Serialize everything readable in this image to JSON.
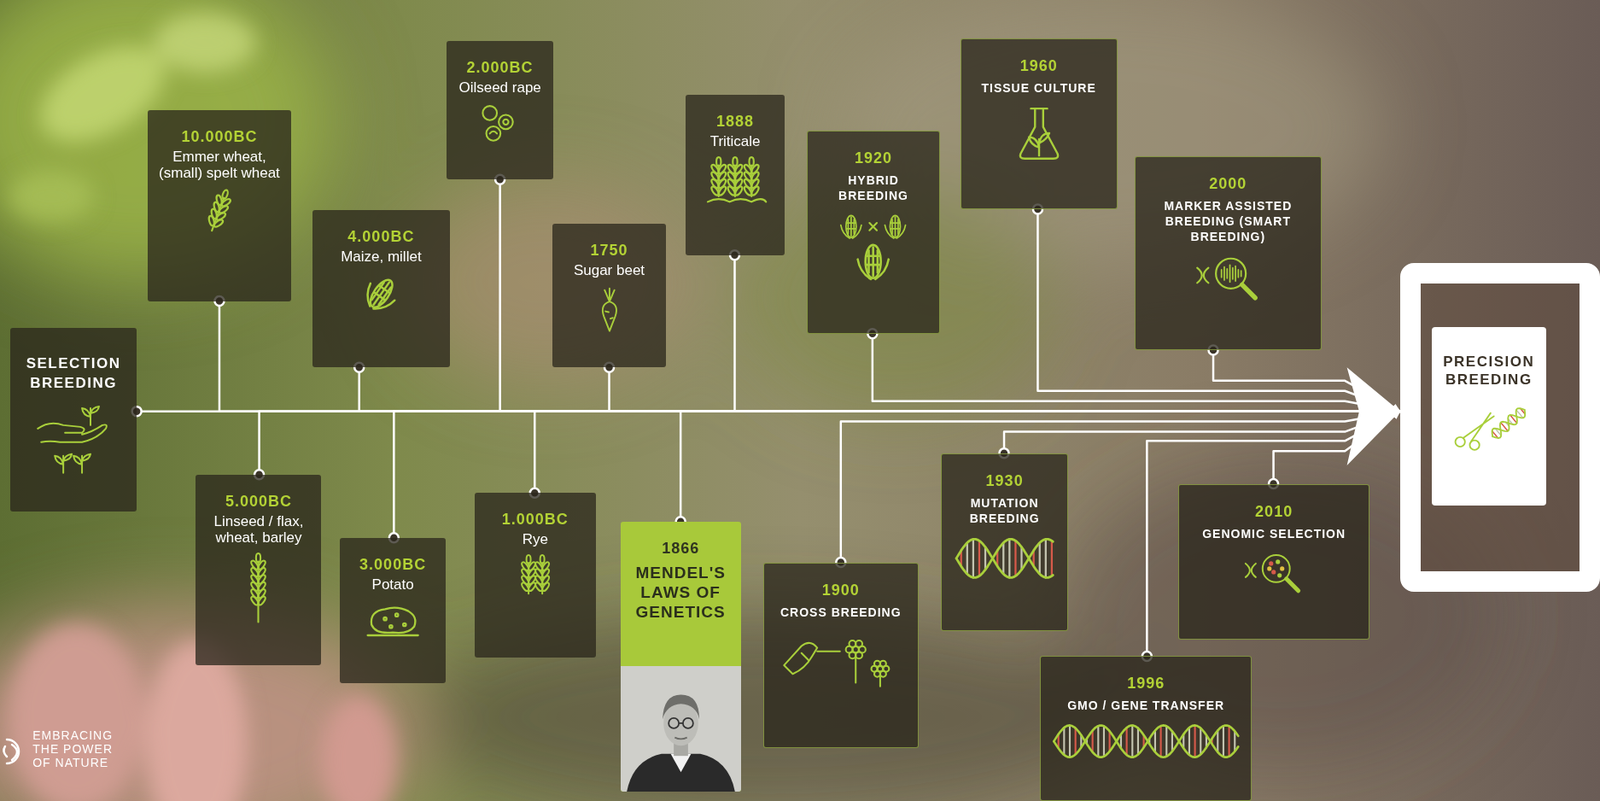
{
  "diagram": {
    "nodes": [
      {
        "text": [
          "SELECTION BREEDING"
        ]
      },
      {
        "text": [
          "10.000BC",
          "Emmer wheat, (small) spelt wheat"
        ]
      },
      {
        "text": [
          "5.000BC",
          "Linseed / flax, wheat, barley"
        ]
      },
      {
        "text": [
          "4.000BC",
          "Maize, millet"
        ]
      },
      {
        "text": [
          "3.000BC",
          "Potato"
        ]
      },
      {
        "text": [
          "2.000BC",
          "Oilseed rape"
        ]
      },
      {
        "text": [
          "1.000BC",
          "Rye"
        ]
      },
      {
        "text": [
          "1750",
          "Sugar beet"
        ]
      },
      {
        "text": [
          "1866",
          "MENDEL'S LAWS OF GENETICS"
        ]
      },
      {
        "text": [
          "1888",
          "Triticale"
        ]
      },
      {
        "text": [
          "1900",
          "CROSS BREEDING"
        ]
      },
      {
        "text": [
          "1920",
          "HYBRID BREEDING"
        ]
      },
      {
        "text": [
          "1930",
          "MUTATION BREEDING"
        ]
      },
      {
        "text": [
          "1960",
          "TISSUE CULTURE"
        ]
      },
      {
        "text": [
          "1996",
          "GMO / GENE TRANSFER"
        ]
      },
      {
        "text": [
          "2000",
          "MARKER ASSISTED BREEDING (SMART BREEDING)"
        ]
      },
      {
        "text": [
          "2010",
          "GENOMIC SELECTION"
        ]
      },
      {
        "text": [
          "PRECISION BREEDING"
        ]
      }
    ],
    "edges": [
      {
        "from": 0,
        "to": 17,
        "arrow": "to"
      },
      {
        "from": 1,
        "to": 17,
        "arrow": "to"
      },
      {
        "from": 2,
        "to": 17,
        "arrow": "to"
      },
      {
        "from": 3,
        "to": 17,
        "arrow": "to"
      },
      {
        "from": 4,
        "to": 17,
        "arrow": "to"
      },
      {
        "from": 5,
        "to": 17,
        "arrow": "to"
      },
      {
        "from": 6,
        "to": 17,
        "arrow": "to"
      },
      {
        "from": 7,
        "to": 17,
        "arrow": "to"
      },
      {
        "from": 8,
        "to": 17,
        "arrow": "to"
      },
      {
        "from": 9,
        "to": 17,
        "arrow": "to"
      },
      {
        "from": 10,
        "to": 17,
        "arrow": "to"
      },
      {
        "from": 11,
        "to": 17,
        "arrow": "to"
      },
      {
        "from": 12,
        "to": 17,
        "arrow": "to"
      },
      {
        "from": 13,
        "to": 17,
        "arrow": "to"
      },
      {
        "from": 14,
        "to": 17,
        "arrow": "to"
      },
      {
        "from": 15,
        "to": 17,
        "arrow": "to"
      },
      {
        "from": 16,
        "to": 17,
        "arrow": "to"
      }
    ],
    "labels": [
      "EMBRACING THE POWER OF NATURE"
    ]
  }
}
